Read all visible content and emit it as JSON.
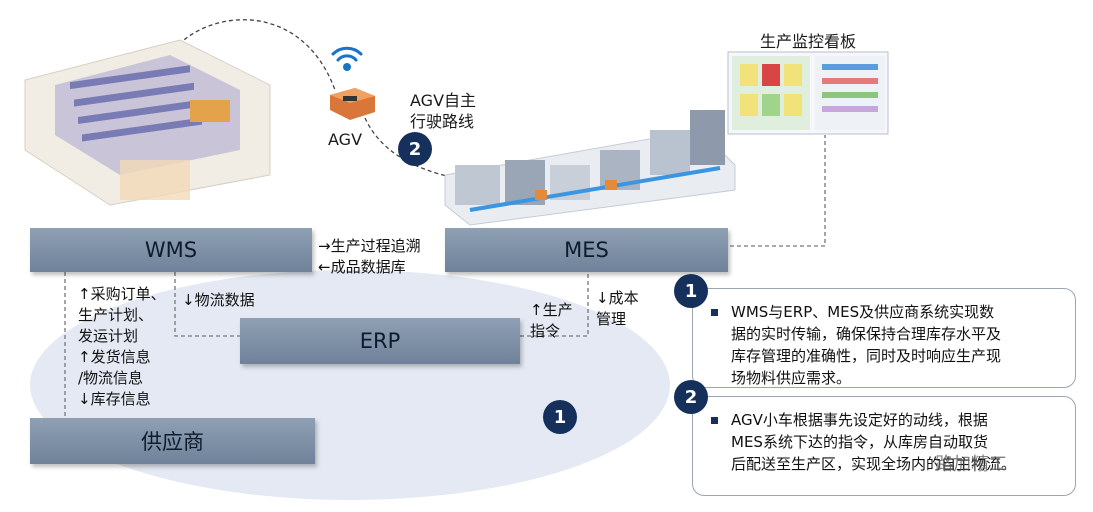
{
  "nodes": {
    "wms": "WMS",
    "mes": "MES",
    "erp": "ERP",
    "supplier": "供应商",
    "agv": "AGV",
    "agv_route": "AGV自主\n行驶路线",
    "dashboard_title": "生产监控看板"
  },
  "flows": {
    "wms_mes": "→生产过程追溯\n←成品数据库",
    "supplier_wms": "↑采购订单、\n生产计划、\n发运计划\n↑发货信息\n/物流信息\n↓库存信息",
    "wms_erp": "↓物流数据",
    "erp_mes_up": "↑生产\n指令",
    "erp_mes_down": "↓成本\n管理"
  },
  "markers": {
    "one": "1",
    "two": "2"
  },
  "callouts": [
    {
      "num": "1",
      "text": "WMS与ERP、MES及供应商系统实现数\n据的实时传输，确保保持合理库存水平及\n库存管理的准确性，同时及时响应生产现\n场物料供应需求。"
    },
    {
      "num": "2",
      "text": "AGV小车根据事先设定好的动线，根据\nMES系统下达的指令，从库房自动取货\n后配送至生产区，实现全场内的自主物流。"
    }
  ],
  "watermark": "路加精工",
  "colors": {
    "box": "#7b8ca3",
    "badge": "#16305c",
    "ellipse": "#e4e9f3"
  }
}
